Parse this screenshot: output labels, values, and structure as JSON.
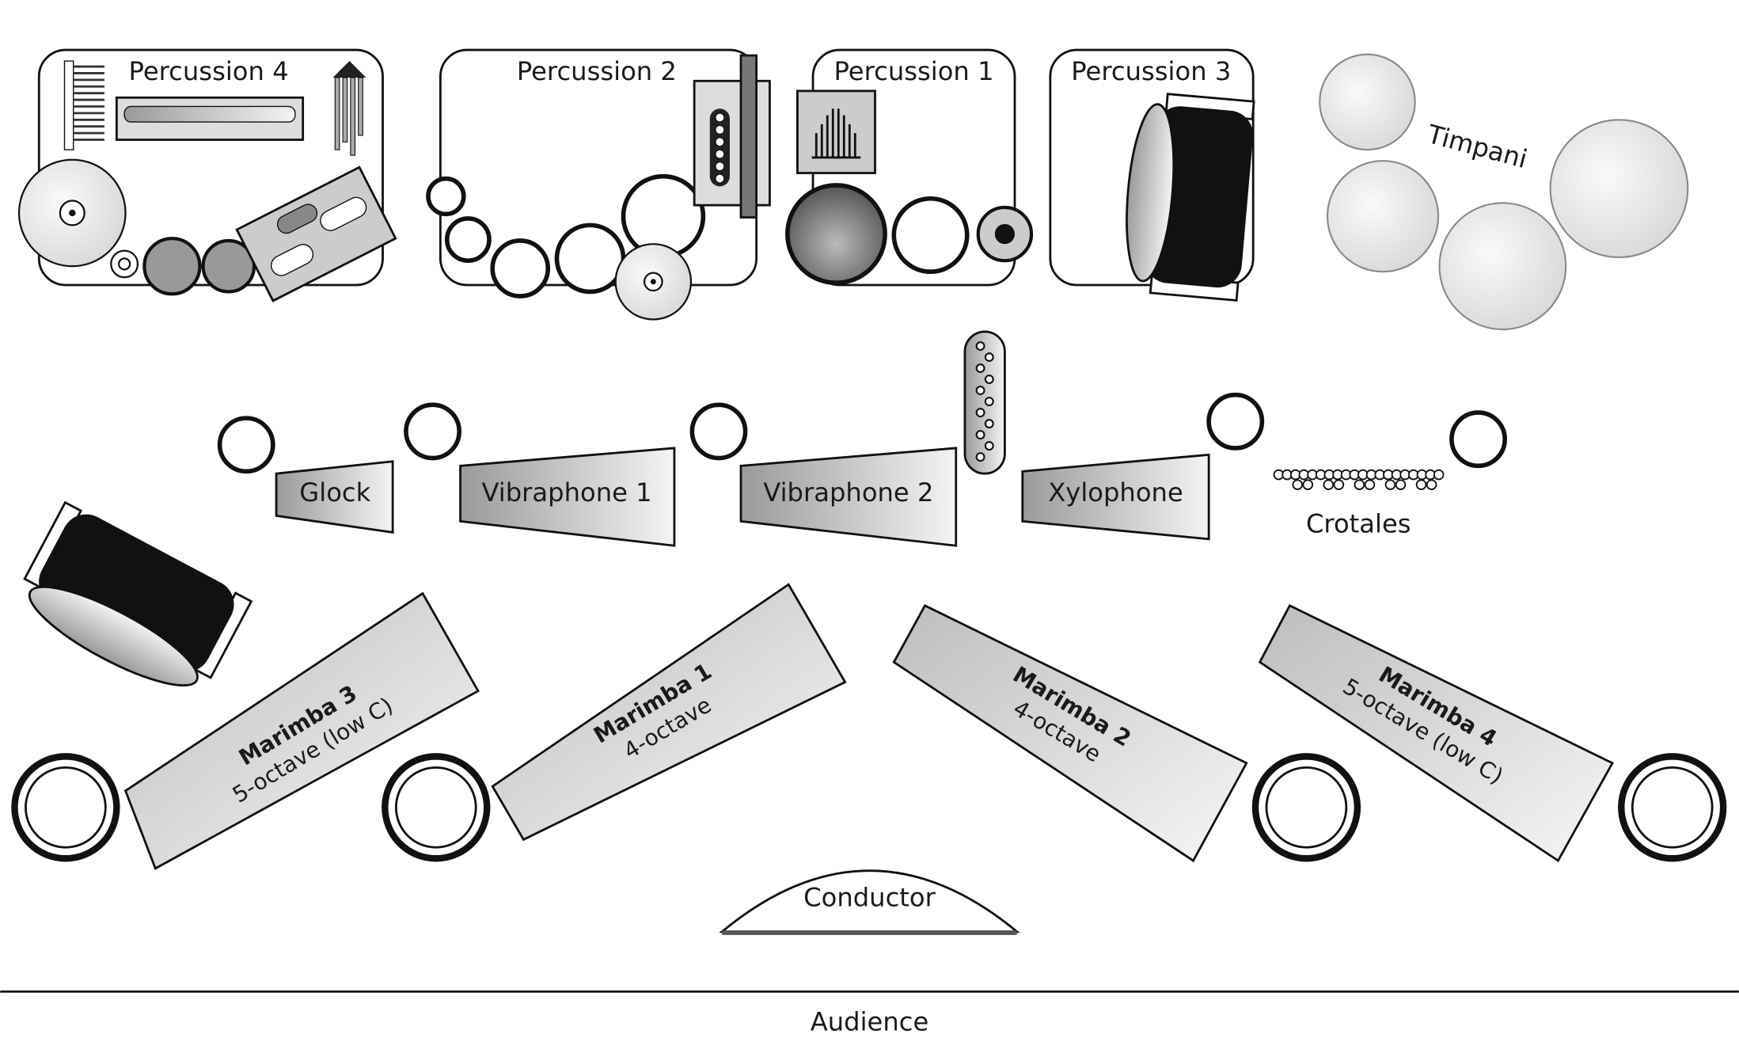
{
  "stations": {
    "perc4": "Percussion 4",
    "perc2": "Percussion 2",
    "perc1": "Percussion 1",
    "perc3": "Percussion 3",
    "timpani": "Timpani"
  },
  "keyboards": {
    "glock": "Glock",
    "vib1": "Vibraphone 1",
    "vib2": "Vibraphone 2",
    "xylophone": "Xylophone",
    "crotales": "Crotales"
  },
  "marimbas": {
    "m3": {
      "name": "Marimba 3",
      "range": "5-octave (low C)"
    },
    "m1": {
      "name": "Marimba 1",
      "range": "4-octave"
    },
    "m2": {
      "name": "Marimba 2",
      "range": "4-octave"
    },
    "m4": {
      "name": "Marimba 4",
      "range": "5-octave (low C)"
    }
  },
  "conductor": "Conductor",
  "audience": "Audience"
}
